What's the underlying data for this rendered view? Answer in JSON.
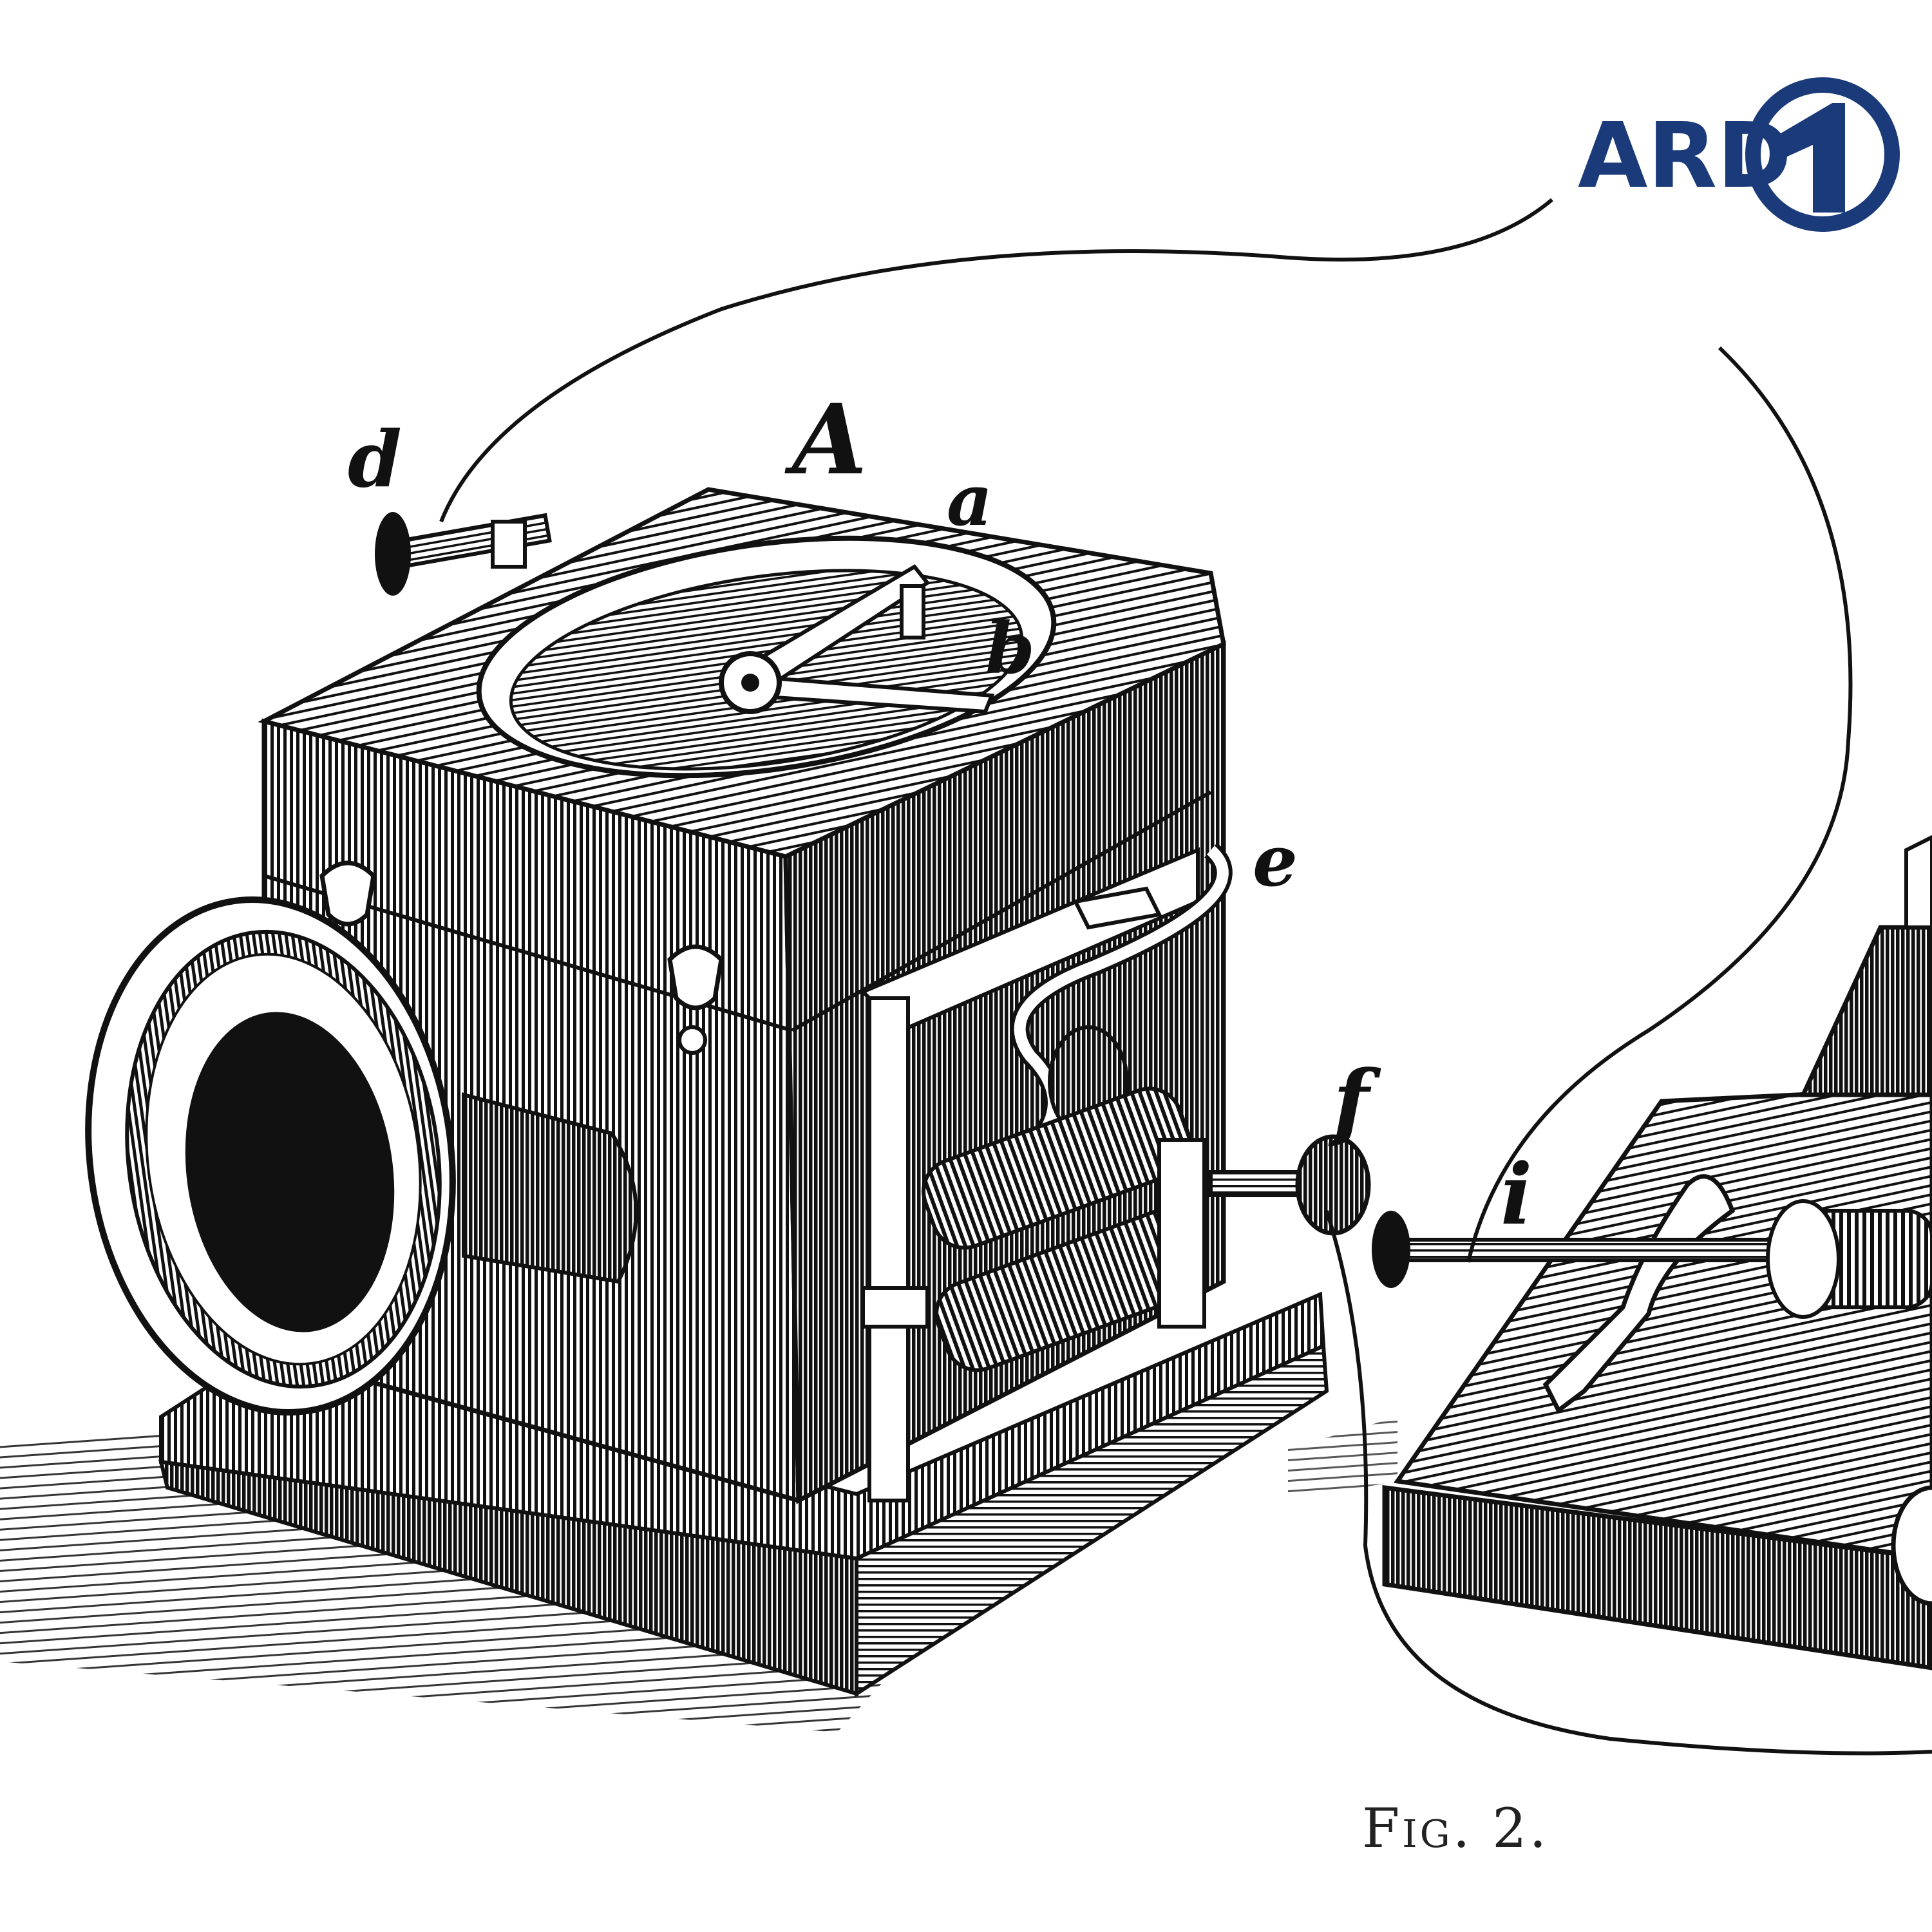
{
  "logo": {
    "text": "ARD",
    "mark": "1",
    "color": "#1a3a7a"
  },
  "labels": {
    "A": "A",
    "a": "a",
    "b": "b",
    "d": "d",
    "e": "e",
    "f": "f",
    "i": "i"
  },
  "caption": "Fig. 2.",
  "ink_color": "#111111"
}
